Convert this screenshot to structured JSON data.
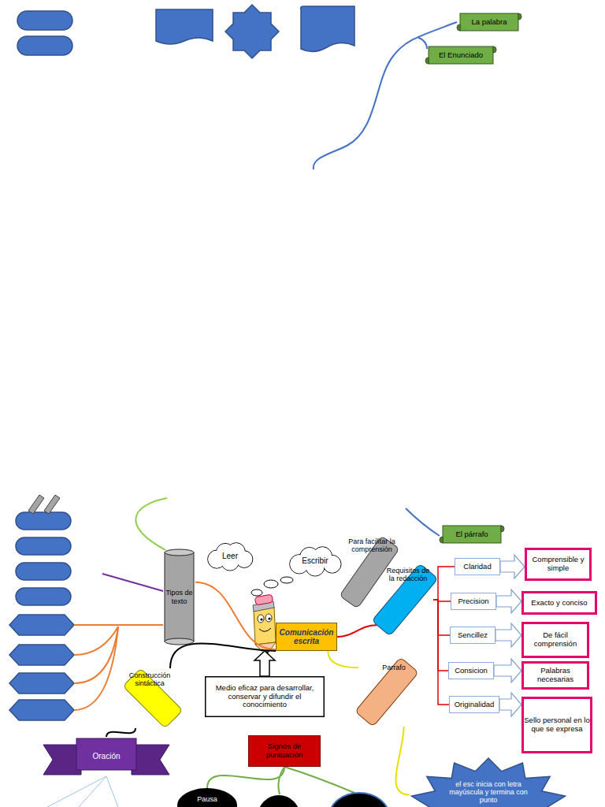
{
  "diagram": {
    "nodes": [
      {
        "text": [
          "La palabra"
        ]
      },
      {
        "text": [
          "El Enunciado"
        ]
      },
      {
        "text": [
          "El párrafo"
        ]
      },
      {
        "text": [
          "Tipos de texto"
        ]
      },
      {
        "text": [
          "Leer"
        ]
      },
      {
        "text": [
          "Escribir"
        ]
      },
      {
        "text": [
          "Para facilitar la comprensión"
        ]
      },
      {
        "text": [
          "Requisitos de la redacción"
        ]
      },
      {
        "text": [
          "Comunicación escrita"
        ]
      },
      {
        "text": [
          "Claridad"
        ]
      },
      {
        "text": [
          "Precision"
        ]
      },
      {
        "text": [
          "Sencillez"
        ]
      },
      {
        "text": [
          "Consicion"
        ]
      },
      {
        "text": [
          "Originalidad"
        ]
      },
      {
        "text": [
          "Comprensible y simple"
        ]
      },
      {
        "text": [
          "Exacto y conciso"
        ]
      },
      {
        "text": [
          "De fácil comprensión"
        ]
      },
      {
        "text": [
          "Palabras necesarias"
        ]
      },
      {
        "text": [
          "Sello personal en lo que se expresa"
        ]
      },
      {
        "text": [
          "Construcción sintáctica"
        ]
      },
      {
        "text": [
          "Medio eficaz para desarrollar, conservar y difundir el conocimiento"
        ]
      },
      {
        "text": [
          "Parrafo"
        ]
      },
      {
        "text": [
          "Oración"
        ]
      },
      {
        "text": [
          "Signos de puntuación"
        ]
      },
      {
        "text": [
          "el esc inicia con letra mayúscula y termina con punto"
        ]
      },
      {
        "text": [
          "Pausa"
        ]
      }
    ],
    "edges": [
      {
        "from": 8,
        "to": 3,
        "arrow": "none"
      },
      {
        "from": 8,
        "to": 7,
        "arrow": "none"
      },
      {
        "from": 7,
        "to": 9,
        "arrow": "none"
      },
      {
        "from": 7,
        "to": 10,
        "arrow": "none"
      },
      {
        "from": 7,
        "to": 11,
        "arrow": "none"
      },
      {
        "from": 7,
        "to": 12,
        "arrow": "none"
      },
      {
        "from": 7,
        "to": 13,
        "arrow": "none"
      },
      {
        "from": 9,
        "to": 14,
        "arrow": "to"
      },
      {
        "from": 10,
        "to": 15,
        "arrow": "to"
      },
      {
        "from": 11,
        "to": 16,
        "arrow": "to"
      },
      {
        "from": 12,
        "to": 17,
        "arrow": "to"
      },
      {
        "from": 13,
        "to": 18,
        "arrow": "to"
      },
      {
        "from": 8,
        "to": 21,
        "arrow": "none"
      },
      {
        "from": 21,
        "to": 24,
        "arrow": "none"
      },
      {
        "from": 8,
        "to": 19,
        "arrow": "none"
      },
      {
        "from": 19,
        "to": 22,
        "arrow": "none"
      },
      {
        "from": 20,
        "to": 8,
        "arrow": "to"
      },
      {
        "from": 23,
        "to": 25,
        "arrow": "none"
      }
    ]
  }
}
